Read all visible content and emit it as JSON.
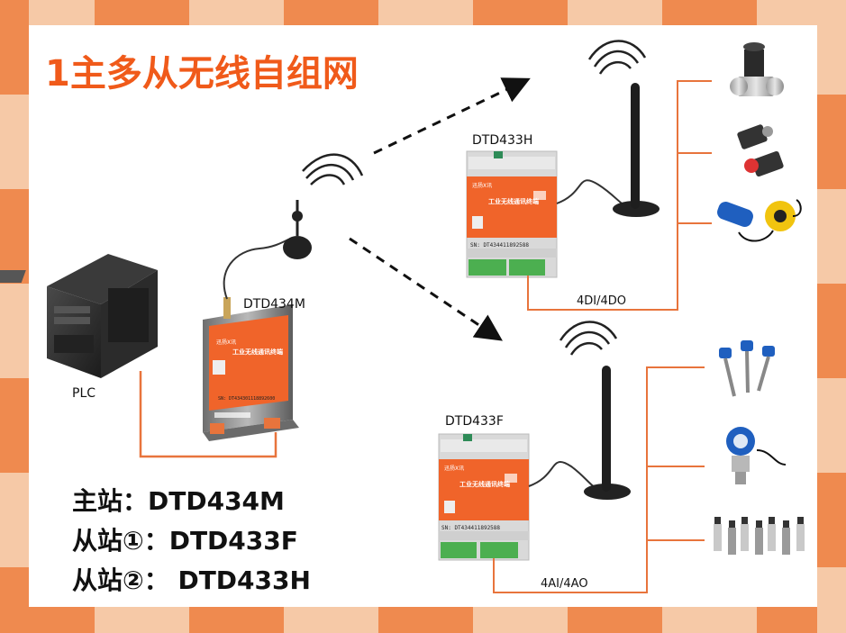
{
  "title": "1主多从无线自组网",
  "devices": {
    "plc": {
      "label": "PLC"
    },
    "master": {
      "label": "DTD434M",
      "sn": "SN: DT434301118892600"
    },
    "slave_h": {
      "label": "DTD433H",
      "sn": "SN: DT434411892588",
      "io": "4DI/4DO"
    },
    "slave_f": {
      "label": "DTD433F",
      "sn": "SN: DT434411892588",
      "io": "4AI/4AO"
    }
  },
  "panel_text": {
    "brand": "迅扬X讯",
    "product": "工业无线通讯终端"
  },
  "legend": {
    "line1": "主站：DTD434M",
    "line2": "从站①：DTD433F",
    "line3": "从站②： DTD433H"
  },
  "colors": {
    "accent_orange": "#f05a1a",
    "wire_orange": "#e8743c",
    "frame_light": "#f6c9a7",
    "frame_dark": "#ef8a4f",
    "panel_orange": "#f0642a"
  }
}
